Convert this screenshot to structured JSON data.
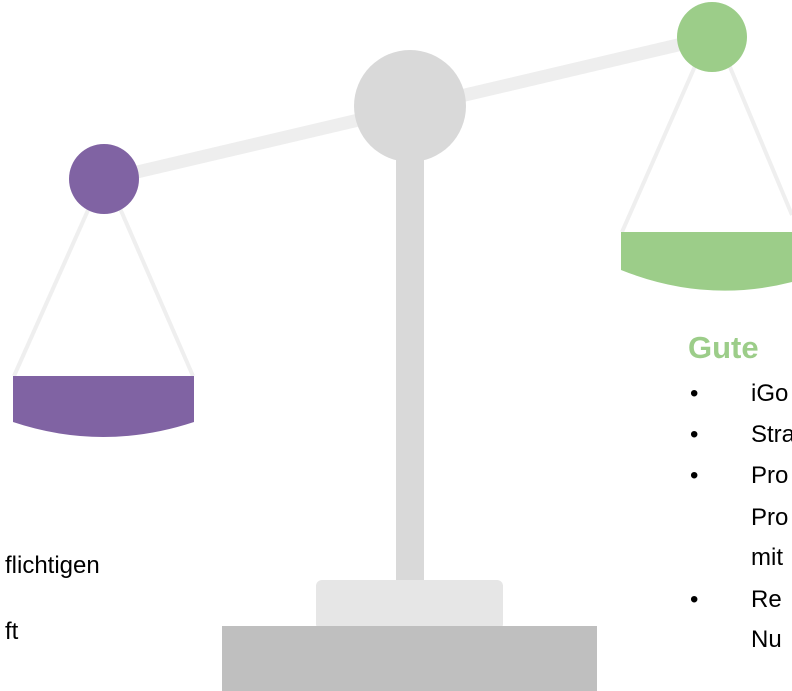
{
  "colors": {
    "purple": "#8063a3",
    "green": "#9ccd89",
    "beam": "#eeeeee",
    "pivot": "#d9d9d9",
    "pillar": "#d9d9d9",
    "base_top": "#e6e6e6",
    "base_bottom": "#bfbfbf",
    "strings": "#efefef"
  },
  "right_panel": {
    "heading": "Gute",
    "bullet_symbol": "•",
    "bullets": [
      "iGo",
      "Stra",
      "Pro",
      "Pro",
      "mit",
      "Re",
      "Nu"
    ]
  },
  "left_panel": {
    "lines": [
      "flichtigen",
      "ft"
    ]
  }
}
